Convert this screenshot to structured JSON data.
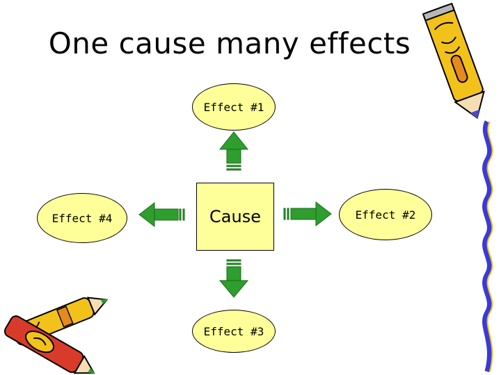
{
  "title": "One cause many effects",
  "cause": "Cause",
  "effects": {
    "effect1": "Effect #1",
    "effect2": "Effect #2",
    "effect3": "Effect #3",
    "effect4": "Effect #4"
  },
  "colors": {
    "ellipse_fill": "#ffff99",
    "arrow_green": "#2e9e2e",
    "pencil_yellow": "#f2c21a",
    "pencil_orange": "#e58a1c",
    "pencil_red": "#d93b2a",
    "pencil_blue": "#4a4ad0",
    "ribbon_blue": "#3a3ad8"
  },
  "icons": [
    "pencil-icon",
    "crayon-icon",
    "squiggle-line",
    "arrow-up",
    "arrow-right",
    "arrow-down",
    "arrow-left"
  ]
}
